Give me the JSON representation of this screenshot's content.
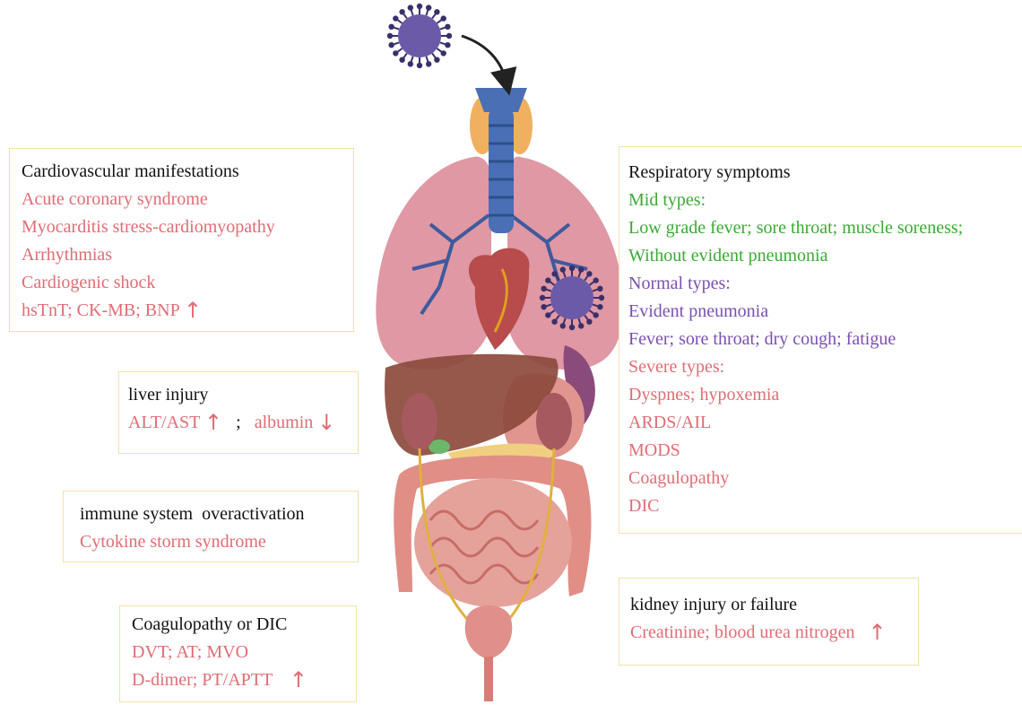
{
  "colors": {
    "title_text": "#111111",
    "pink_text": "#e06c75",
    "green_text": "#3aaa35",
    "purple_text": "#7b4fb0",
    "box_border": "#f3e2a9",
    "virus": "#6a5aa8"
  },
  "icons": {
    "virus": "coronavirus-icon",
    "up": "up-arrow-icon",
    "down": "down-arrow-icon"
  },
  "cardiovascular": {
    "title": "Cardiovascular manifestations",
    "items": [
      "Acute coronary syndrome",
      "Myocarditis stress-cardiomyopathy",
      "Arrhythmias",
      "Cardiogenic shock",
      "hsTnT; CK-MB; BNP"
    ]
  },
  "liver": {
    "title": "liver injury",
    "alt_ast": "ALT/AST",
    "separator": ";",
    "albumin": "albumin"
  },
  "immune": {
    "title": "immune system  overactivation",
    "item": "Cytokine storm syndrome"
  },
  "coagulopathy": {
    "title": "Coagulopathy or DIC",
    "items": [
      "DVT; AT; MVO",
      "D-dimer; PT/APTT"
    ]
  },
  "respiratory": {
    "title": "Respiratory symptoms",
    "mild_header": "Mid types:",
    "mild_items": [
      "Low grade fever; sore throat; muscle soreness;",
      "Without evident pneumonia"
    ],
    "normal_header": "Normal types:",
    "normal_items": [
      "Evident pneumonia",
      "Fever; sore throat; dry cough; fatigue"
    ],
    "severe_header": "Severe types:",
    "severe_items": [
      "Dyspnes; hypoxemia",
      "ARDS/AIL",
      "MODS",
      "Coagulopathy",
      "DIC"
    ]
  },
  "kidney": {
    "title": "kidney injury or failure",
    "item": "Creatinine; blood urea nitrogen"
  }
}
